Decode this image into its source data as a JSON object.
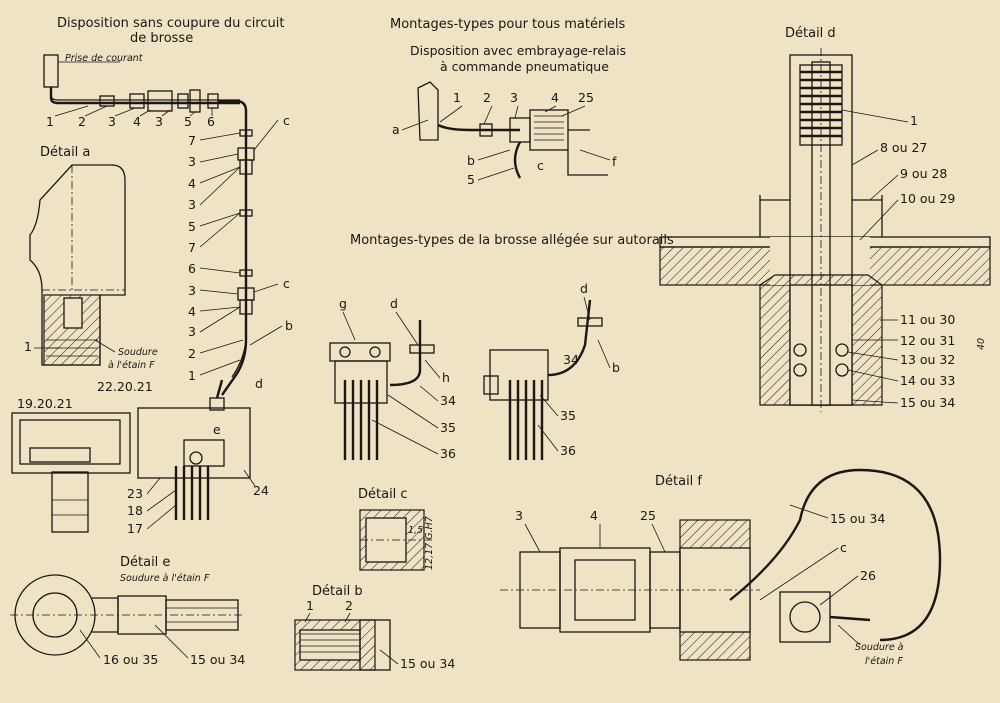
{
  "titles": {
    "disposition": "Disposition sans coupure du circuit de brosse",
    "montages": "Montages-types pour tous matériels",
    "embrayage": "Disposition avec embrayage-relais à commande pneumatique",
    "brosse": "Montages-types de la brosse allégée sur autorails",
    "detail_a": "Détail a",
    "detail_b": "Détail b",
    "detail_c": "Détail c",
    "detail_d": "Détail d",
    "detail_e": "Détail e",
    "detail_f": "Détail f"
  },
  "notes": {
    "prise": "Prise de courant",
    "soudure_a": "Soudure à l'étain F",
    "soudure_e": "Soudure à l'étain F",
    "soudure_f": "Soudure à l'étain F",
    "diam_c": "12,17 G.H7",
    "dim_c": "1,5",
    "dim_d": "40"
  },
  "callouts": {
    "top": [
      "1",
      "2",
      "3",
      "4",
      "3",
      "5",
      "6"
    ],
    "column": [
      "c",
      "7",
      "3",
      "4",
      "3",
      "5",
      "7",
      "6",
      "3",
      "4",
      "3",
      "c",
      "2",
      "b",
      "1"
    ],
    "assembly": [
      "22.20.21",
      "d",
      "e",
      "23",
      "18",
      "17",
      "24"
    ],
    "detail_a": [
      "1",
      "19.20.21"
    ],
    "embrayage": [
      "a",
      "1",
      "2",
      "3",
      "4",
      "25",
      "b",
      "5",
      "c",
      "f"
    ],
    "brosse_left": [
      "g",
      "d",
      "h",
      "34",
      "35",
      "36"
    ],
    "brosse_right": [
      "d",
      "34",
      "b",
      "35",
      "36"
    ],
    "detail_b": [
      "1",
      "2",
      "15 ou 34"
    ],
    "detail_d": [
      "1",
      "8 ou 27",
      "9 ou 28",
      "10 ou 29",
      "11 ou 30",
      "12 ou 31",
      "13 ou 32",
      "14 ou 33",
      "15 ou 34"
    ],
    "detail_e": [
      "16 ou 35",
      "15 ou 34"
    ],
    "detail_f": [
      "3",
      "4",
      "25",
      "15 ou 34",
      "c",
      "26"
    ]
  }
}
